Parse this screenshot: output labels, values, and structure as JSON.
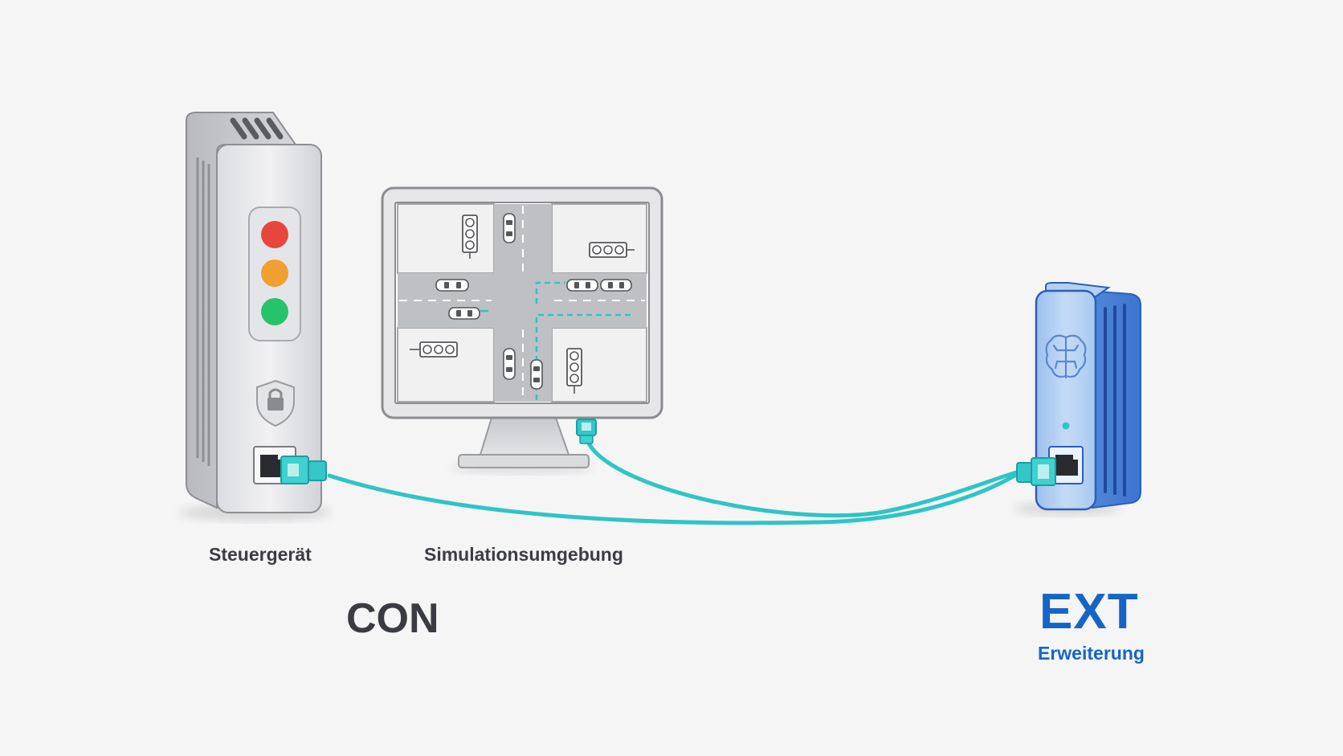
{
  "labels": {
    "controller": "Steuergerät",
    "simulation": "Simulationsumgebung",
    "con": "CON",
    "ext": "EXT",
    "ext_sub": "Erweiterung"
  },
  "devices": {
    "controller": {
      "icons": [
        "traffic-light-icon",
        "shield-lock-icon",
        "rj45-port-icon"
      ]
    },
    "monitor": {
      "content": "intersection-simulation"
    },
    "extension": {
      "icons": [
        "brain-icon",
        "status-led-icon",
        "rj45-port-icon"
      ]
    }
  },
  "colors": {
    "background": "#f5f5f6",
    "cable": "#2fc4c6",
    "traffic_red": "#e8463c",
    "traffic_amber": "#f0a030",
    "traffic_green": "#27c36b",
    "brand_blue": "#1565c8",
    "text_dark": "#3a3c41"
  }
}
